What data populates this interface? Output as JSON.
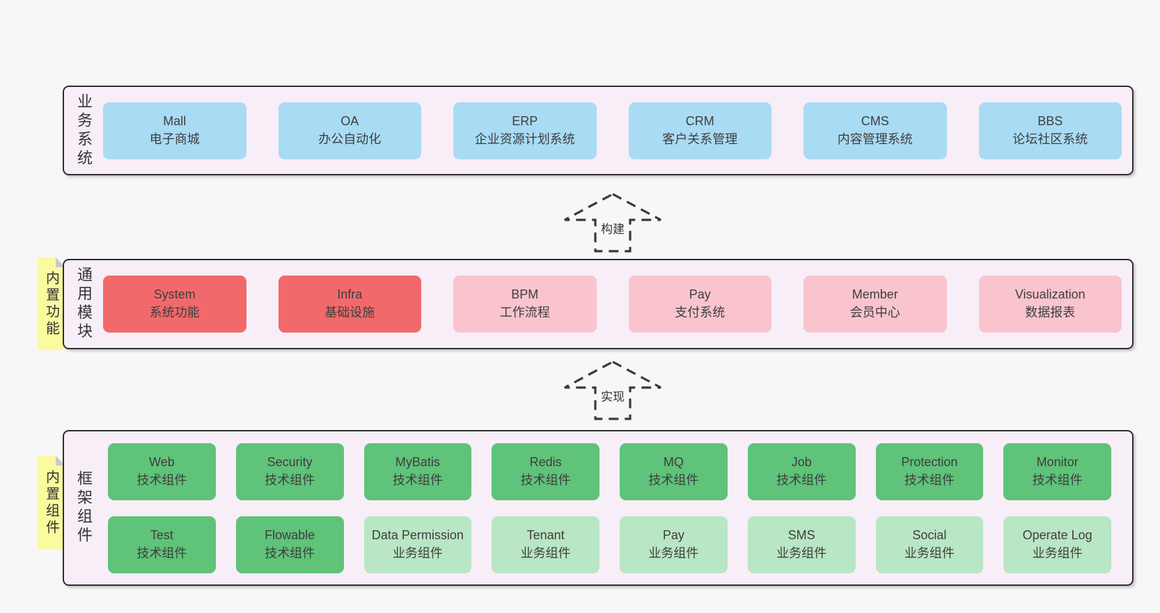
{
  "bands": {
    "business": {
      "label": "业务系统",
      "items": [
        {
          "name": "Mall",
          "desc": "电子商城",
          "variant": "blue"
        },
        {
          "name": "OA",
          "desc": "办公自动化",
          "variant": "blue"
        },
        {
          "name": "ERP",
          "desc": "企业资源计划系统",
          "variant": "blue"
        },
        {
          "name": "CRM",
          "desc": "客户关系管理",
          "variant": "blue"
        },
        {
          "name": "CMS",
          "desc": "内容管理系统",
          "variant": "blue"
        },
        {
          "name": "BBS",
          "desc": "论坛社区系统",
          "variant": "blue"
        }
      ]
    },
    "modules": {
      "label": "通用模块",
      "note": "内置功能",
      "items": [
        {
          "name": "System",
          "desc": "系统功能",
          "variant": "red"
        },
        {
          "name": "Infra",
          "desc": "基础设施",
          "variant": "red"
        },
        {
          "name": "BPM",
          "desc": "工作流程",
          "variant": "pink"
        },
        {
          "name": "Pay",
          "desc": "支付系统",
          "variant": "pink"
        },
        {
          "name": "Member",
          "desc": "会员中心",
          "variant": "pink"
        },
        {
          "name": "Visualization",
          "desc": "数据报表",
          "variant": "pink"
        }
      ]
    },
    "framework": {
      "label": "框架组件",
      "note": "内置组件",
      "rows": [
        [
          {
            "name": "Web",
            "desc": "技术组件",
            "variant": "green"
          },
          {
            "name": "Security",
            "desc": "技术组件",
            "variant": "green"
          },
          {
            "name": "MyBatis",
            "desc": "技术组件",
            "variant": "green"
          },
          {
            "name": "Redis",
            "desc": "技术组件",
            "variant": "green"
          },
          {
            "name": "MQ",
            "desc": "技术组件",
            "variant": "green"
          },
          {
            "name": "Job",
            "desc": "技术组件",
            "variant": "green"
          },
          {
            "name": "Protection",
            "desc": "技术组件",
            "variant": "green"
          },
          {
            "name": "Monitor",
            "desc": "技术组件",
            "variant": "green"
          }
        ],
        [
          {
            "name": "Test",
            "desc": "技术组件",
            "variant": "green"
          },
          {
            "name": "Flowable",
            "desc": "技术组件",
            "variant": "green"
          },
          {
            "name": "Data Permission",
            "desc": "业务组件",
            "variant": "lightgreen"
          },
          {
            "name": "Tenant",
            "desc": "业务组件",
            "variant": "lightgreen"
          },
          {
            "name": "Pay",
            "desc": "业务组件",
            "variant": "lightgreen"
          },
          {
            "name": "SMS",
            "desc": "业务组件",
            "variant": "lightgreen"
          },
          {
            "name": "Social",
            "desc": "业务组件",
            "variant": "lightgreen"
          },
          {
            "name": "Operate Log",
            "desc": "业务组件",
            "variant": "lightgreen"
          }
        ]
      ]
    }
  },
  "arrows": [
    {
      "label": "构建",
      "direction": "up"
    },
    {
      "label": "实现",
      "direction": "up"
    }
  ],
  "colors": {
    "page_bg": "#f7f7f7",
    "band_bg": "#f8eef7",
    "border": "#2e2e2e",
    "text": "#3e3e3e",
    "blue": "#a9dbf4",
    "red": "#f2696b",
    "pink": "#f9c4cd",
    "green": "#5fc379",
    "lightgreen": "#b9e6c4",
    "yellow": "#fafa9e",
    "fold": "#c8cacb",
    "arrow": "#3a3a3a"
  }
}
